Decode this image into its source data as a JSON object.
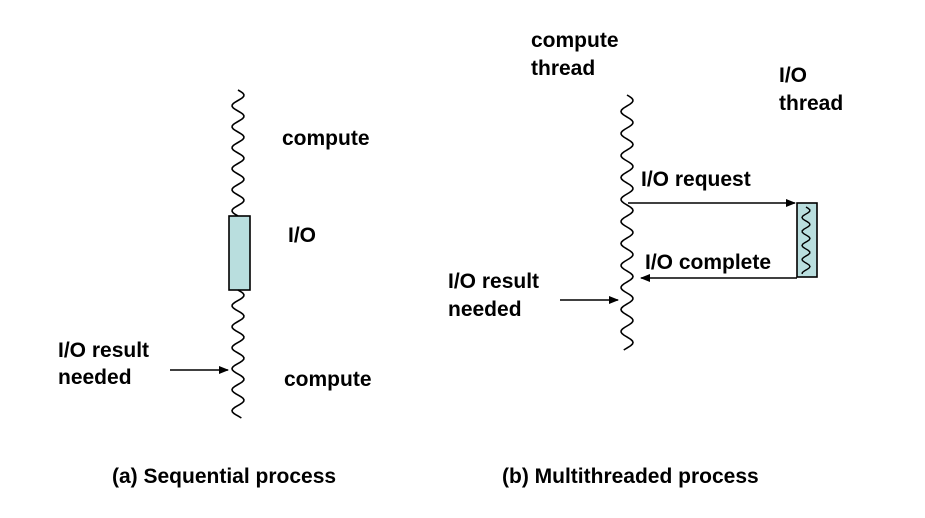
{
  "sequential": {
    "label_compute_top": "compute",
    "label_io": "I/O",
    "label_io_result_line1": "I/O result",
    "label_io_result_line2": "needed",
    "label_compute_bottom": "compute",
    "caption": "(a) Sequential process"
  },
  "multithreaded": {
    "compute_thread_line1": "compute",
    "compute_thread_line2": "thread",
    "io_thread_line1": "I/O",
    "io_thread_line2": "thread",
    "label_io_request": "I/O request",
    "label_io_complete": "I/O complete",
    "label_io_result_line1": "I/O result",
    "label_io_result_line2": "needed",
    "caption": "(b) Multithreaded process"
  },
  "colors": {
    "io_box_fill": "#b9dede",
    "stroke": "#000000",
    "text": "#000000"
  }
}
